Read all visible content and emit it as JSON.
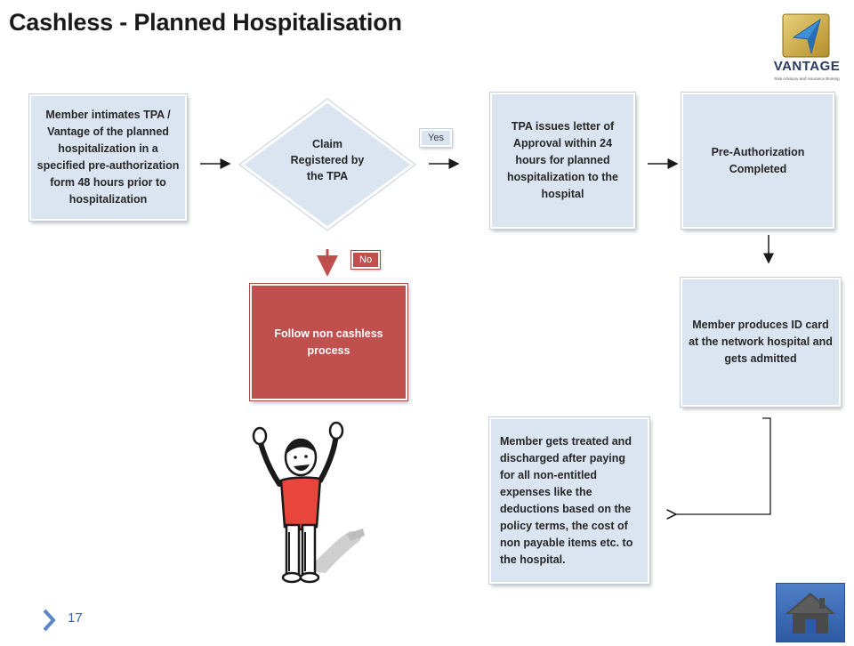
{
  "slide": {
    "title": "Cashless - Planned Hospitalisation",
    "page_number": "17"
  },
  "logo": {
    "name": "VANTAGE",
    "tagline": "Risk Advisory and Insurance Broking"
  },
  "flow": {
    "member_intimates": "Member intimates TPA / Vantage of the planned hospitalization in a specified pre-authorization form 48 hours prior to hospitalization",
    "decision": "Claim Registered by the TPA",
    "yes_label": "Yes",
    "no_label": "No",
    "tpa_letter": "TPA issues letter of Approval within 24 hours for planned hospitalization to the hospital",
    "pre_auth": "Pre-Authorization Completed",
    "non_cashless": "Follow non cashless process",
    "member_id": "Member produces ID card at the network hospital and gets admitted",
    "member_treated": "Member gets treated and discharged after paying for all non-entitled expenses like the deductions based on the policy terms, the cost of non payable items etc. to the hospital."
  },
  "icons": {
    "nav_marker": "chevron-bar-icon",
    "home": "home-icon",
    "figure": "cheering-person-icon"
  },
  "colors": {
    "box_fill": "#dbe4f1",
    "red_fill": "#c0504d",
    "accent_blue": "#3a62a8"
  }
}
